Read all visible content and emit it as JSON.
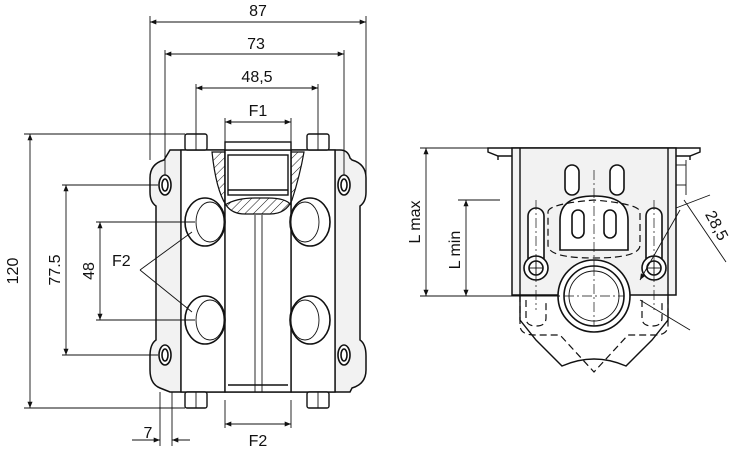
{
  "front_view": {
    "dim_overall_width": "87",
    "dim_outer_hole_spacing": "73",
    "dim_inner_width": "48,5",
    "label_top_connection": "F1",
    "label_side_connections": "F2",
    "label_bottom_connection": "F2",
    "dim_overall_height": "120",
    "dim_vertical_hole_spacing": "77.5",
    "dim_connection_spacing": "48",
    "dim_bottom_offset": "7"
  },
  "side_view": {
    "dim_l_max": "L max",
    "dim_l_min": "L min",
    "dim_angle_offset": "28,5"
  }
}
